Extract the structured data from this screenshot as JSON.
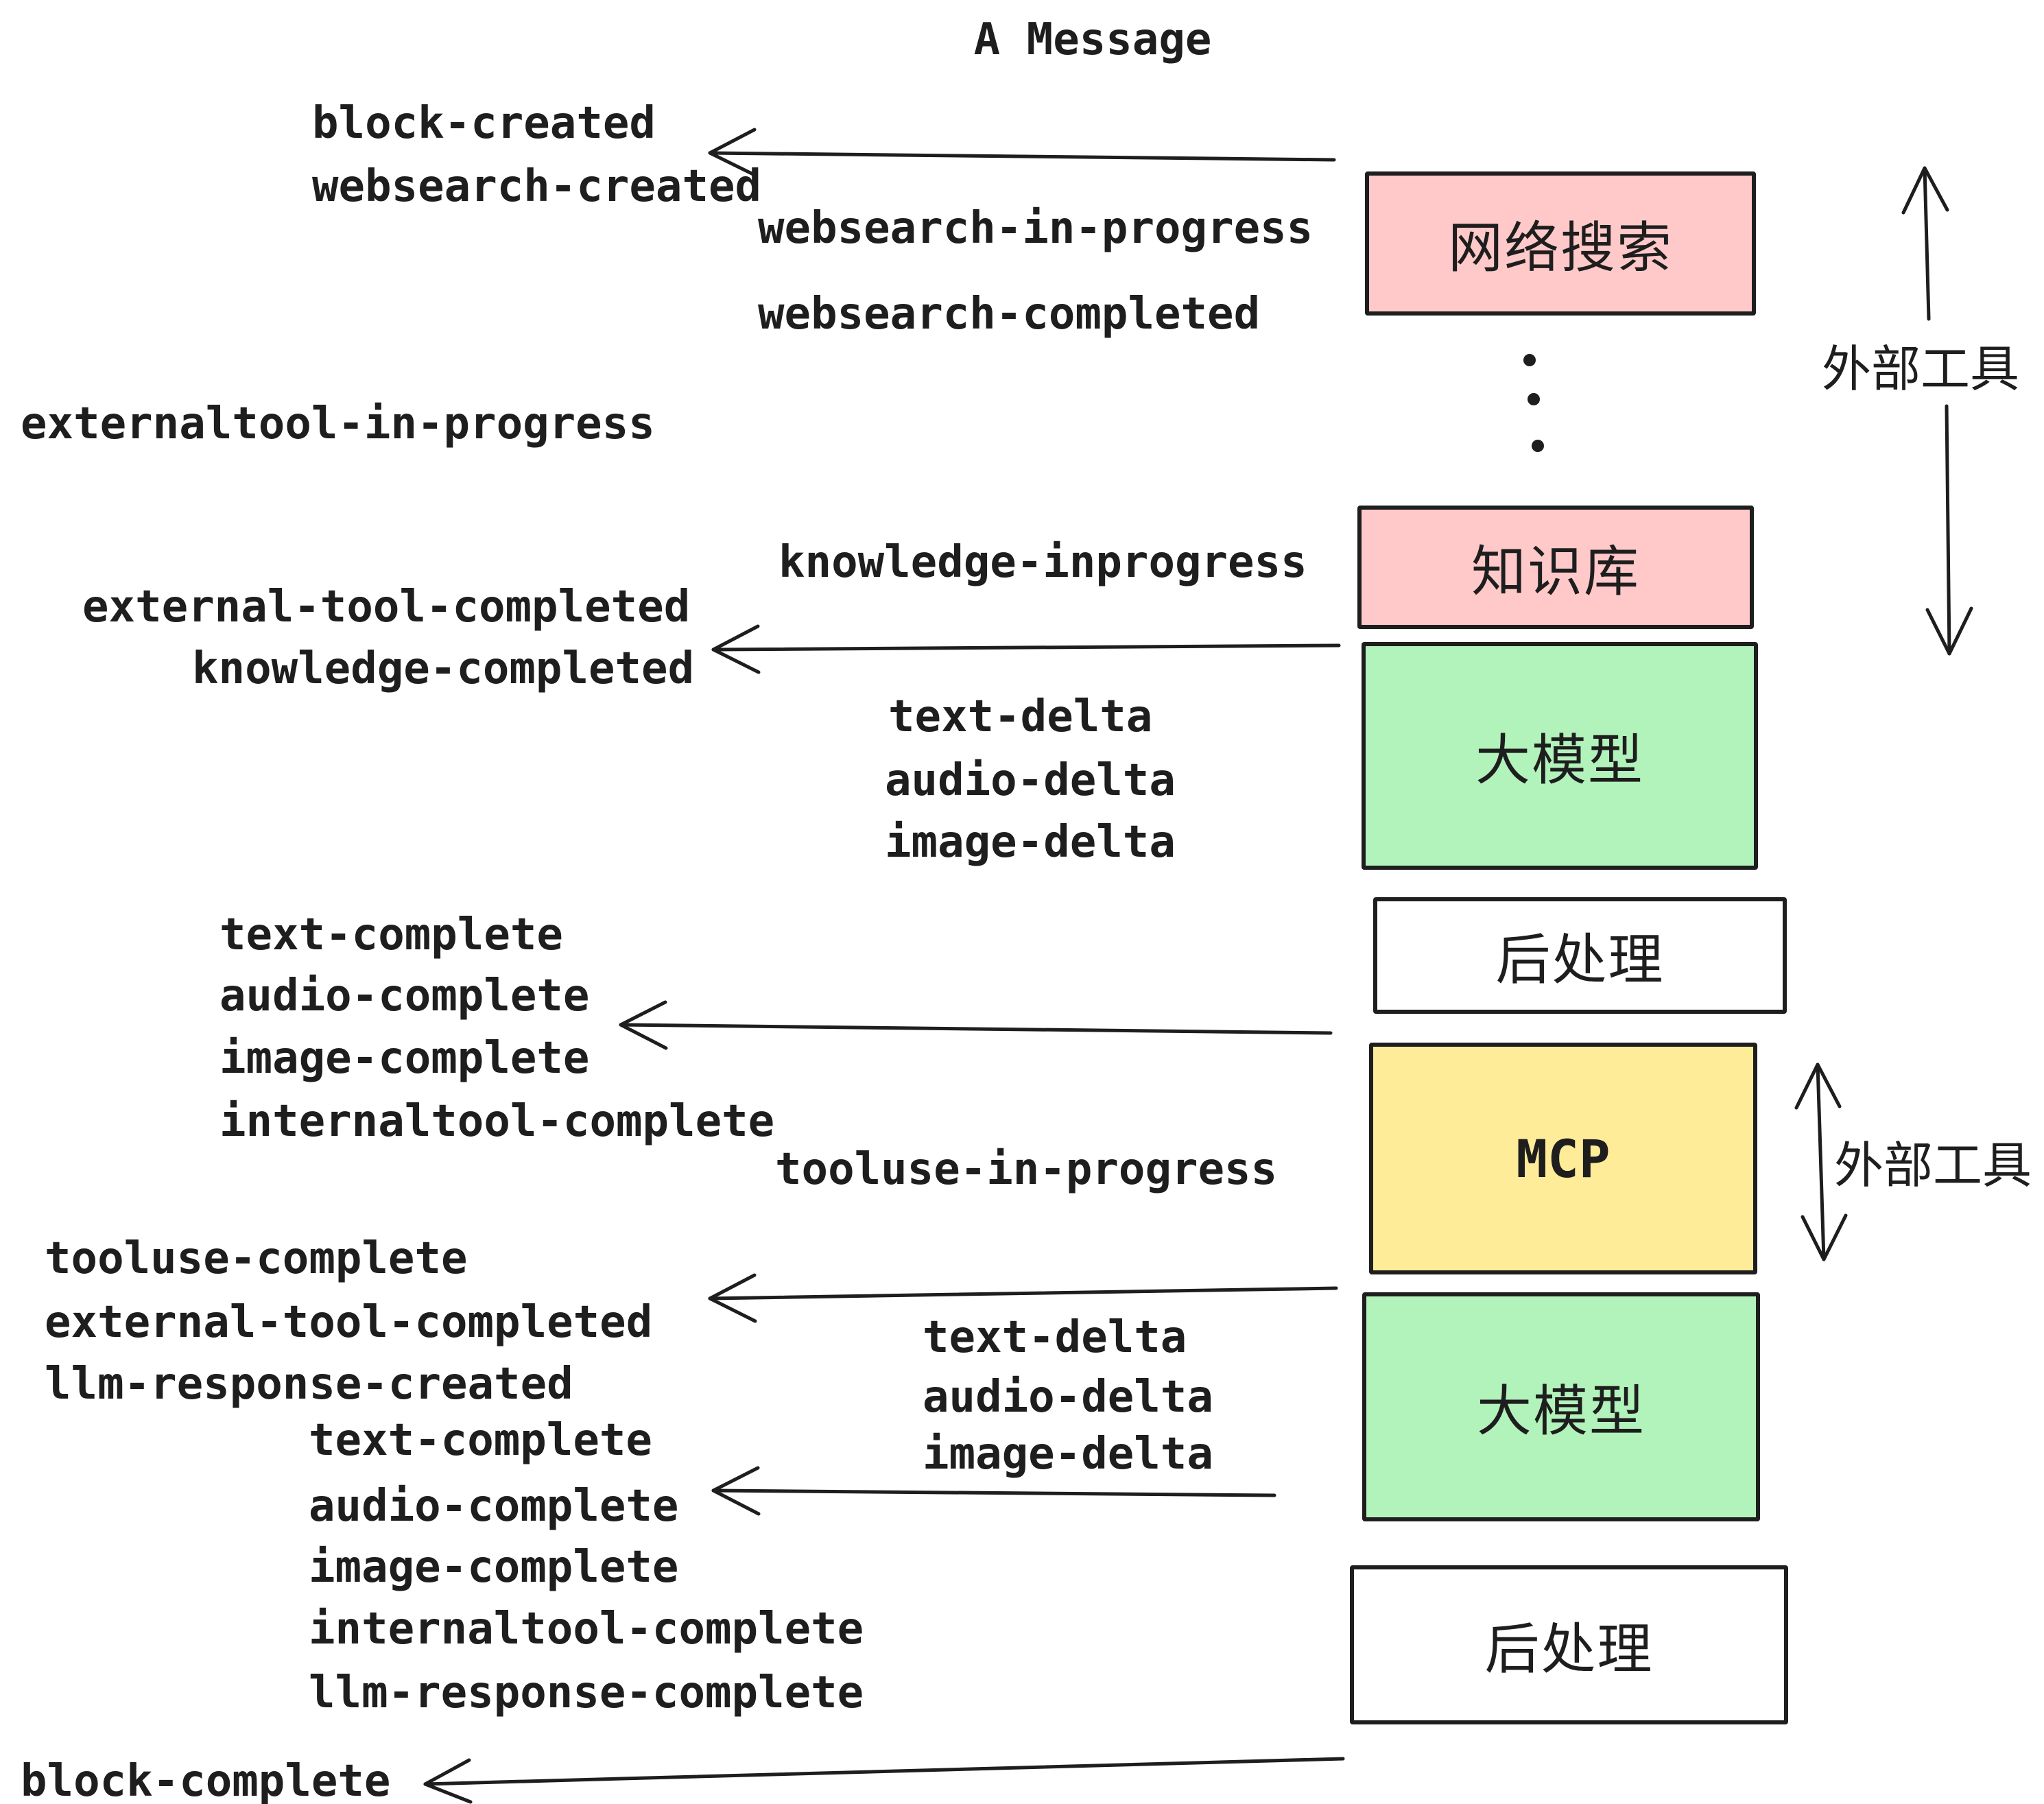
{
  "title": "A Message",
  "colors": {
    "ink": "#1e1e1e",
    "pink": "#ffc9c9",
    "green": "#b2f2bb",
    "yellow": "#ffec99",
    "white": "#ffffff"
  },
  "boxes": {
    "websearch": {
      "label": "网络搜索",
      "fill": "#ffc9c9"
    },
    "knowledge": {
      "label": "知识库",
      "fill": "#ffc9c9"
    },
    "llm_top": {
      "label": "大模型",
      "fill": "#b2f2bb"
    },
    "postprocess_top": {
      "label": "后处理",
      "fill": "#ffffff"
    },
    "mcp": {
      "label": "MCP",
      "fill": "#ffec99"
    },
    "llm_bottom": {
      "label": "大模型",
      "fill": "#b2f2bb"
    },
    "postprocess_bottom": {
      "label": "后处理",
      "fill": "#ffffff"
    }
  },
  "side_labels": {
    "external_tools_top": "外部工具",
    "external_tools_bottom": "外部工具"
  },
  "events": {
    "block_created": "block-created",
    "websearch_created": "websearch-created",
    "websearch_in_progress": "websearch-in-progress",
    "websearch_completed": "websearch-completed",
    "externaltool_in_progress": "externaltool-in-progress",
    "knowledge_inprogress": "knowledge-inprogress",
    "external_tool_completed": "external-tool-completed",
    "knowledge_completed": "knowledge-completed",
    "text_delta": "text-delta",
    "audio_delta": "audio-delta",
    "image_delta": "image-delta",
    "text_complete": "text-complete",
    "audio_complete": "audio-complete",
    "image_complete": "image-complete",
    "internaltool_complete": "internaltool-complete",
    "tooluse_in_progress": "tooluse-in-progress",
    "tooluse_complete": "tooluse-complete",
    "llm_response_created": "llm-response-created",
    "llm_response_complete": "llm-response-complete",
    "block_complete": "block-complete"
  }
}
